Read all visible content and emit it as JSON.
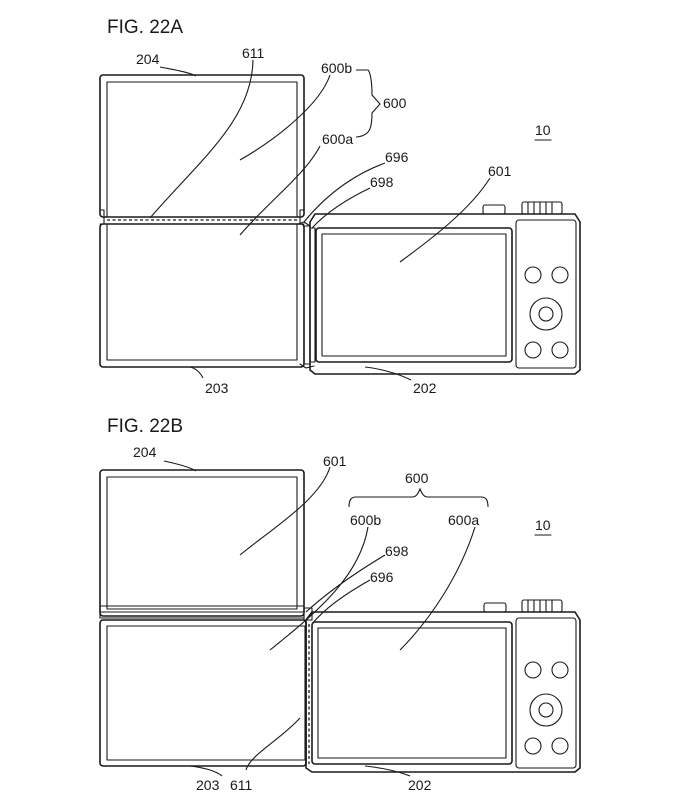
{
  "figure_a": {
    "title": "FIG. 22A",
    "labels": {
      "l204": "204",
      "l611": "611",
      "l600b": "600b",
      "l600": "600",
      "l600a": "600a",
      "l696": "696",
      "l698": "698",
      "l601": "601",
      "l10": "10",
      "l203": "203",
      "l202": "202"
    }
  },
  "figure_b": {
    "title": "FIG. 22B",
    "labels": {
      "l204": "204",
      "l601": "601",
      "l600": "600",
      "l600b": "600b",
      "l600a": "600a",
      "l698": "698",
      "l696": "696",
      "l10": "10",
      "l203": "203",
      "l611": "611",
      "l202": "202"
    }
  }
}
